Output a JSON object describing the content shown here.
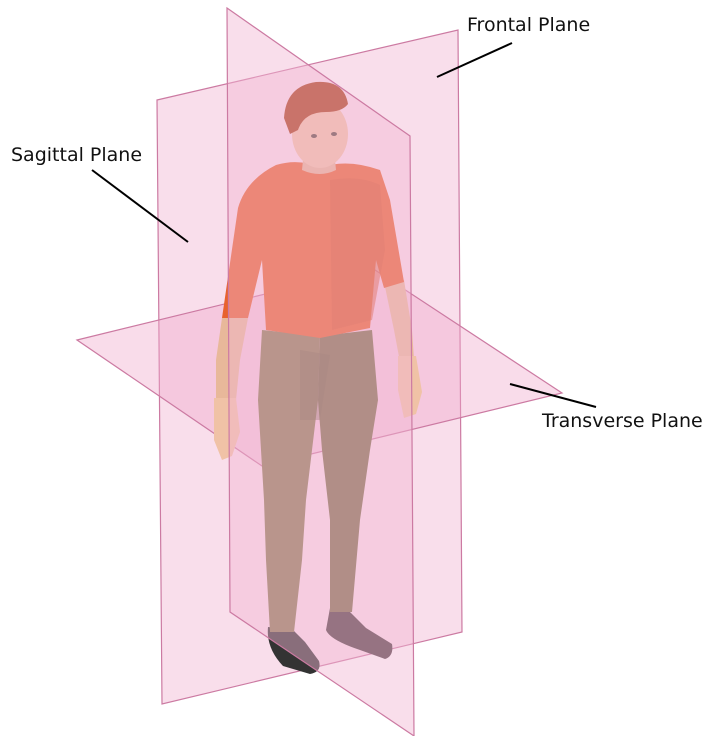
{
  "labels": {
    "frontal": "Frontal Plane",
    "sagittal": "Sagittal Plane",
    "transverse": "Transverse Plane"
  },
  "colors": {
    "plane_fill": "#f2b6d2",
    "plane_edge": "#cc7aa2",
    "shirt": "#e8622e",
    "pants": "#8a7a52",
    "skin": "#f0c2a6",
    "hair": "#a83c14",
    "shoes": "#333333"
  }
}
